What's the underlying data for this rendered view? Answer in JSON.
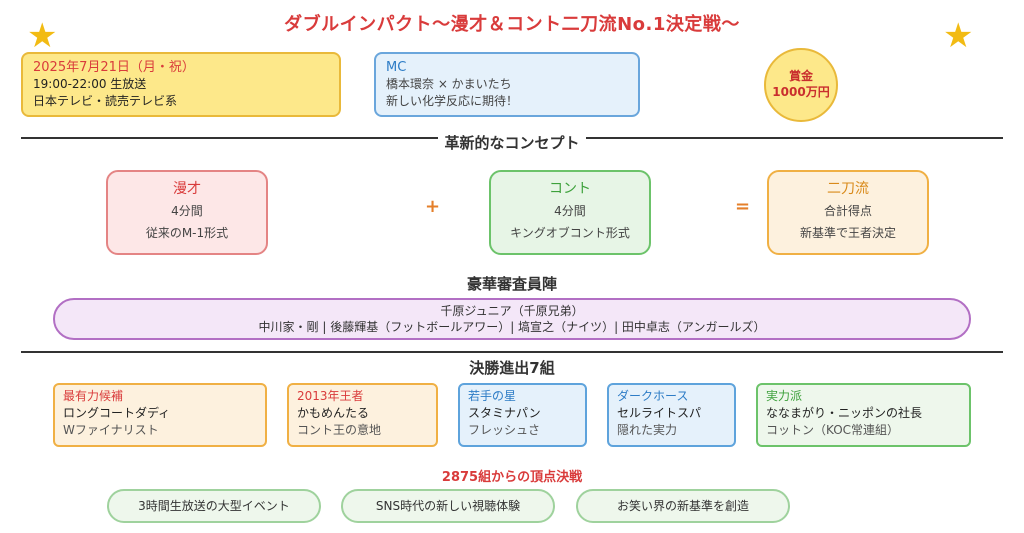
{
  "header": {
    "title": "ダブルインパクト〜漫才＆コント二刀流No.1決定戦〜"
  },
  "decor": {
    "star_icon": "★",
    "star_color": "#f2bb13"
  },
  "broadcast": {
    "date": "2025年7月21日（月・祝）",
    "time": "19:00-22:00 生放送",
    "network": "日本テレビ・読売テレビ系"
  },
  "mc": {
    "label": "MC",
    "names": "橋本環奈 × かまいたち",
    "tagline": "新しい化学反応に期待！"
  },
  "prize": {
    "label": "賞金",
    "amount": "1000万円"
  },
  "concept": {
    "title": "革新的なコンセプト",
    "manzai": {
      "name": "漫才",
      "time": "4分間",
      "note": "従来のM-1形式"
    },
    "plus": "+",
    "konto": {
      "name": "コント",
      "time": "4分間",
      "note": "キングオブコント形式"
    },
    "equals": "=",
    "nitouryu": {
      "name": "二刀流",
      "score": "合計得点",
      "note": "新基準で王者決定"
    }
  },
  "judges": {
    "title": "豪華審査員陣",
    "line1": "千原ジュニア（千原兄弟）",
    "line2": "中川家・剛 | 後藤輝基（フットボールアワー）| 塙宣之（ナイツ）| 田中卓志（アンガールズ）"
  },
  "finalists": {
    "title": "決勝進出7組",
    "items": [
      {
        "label": "最有力候補",
        "name": "ロングコートダディ",
        "note": "Wファイナリスト"
      },
      {
        "label": "2013年王者",
        "name": "かもめんたる",
        "note": "コント王の意地"
      },
      {
        "label": "若手の星",
        "name": "スタミナパン",
        "note": "フレッシュさ"
      },
      {
        "label": "ダークホース",
        "name": "セルライトスパ",
        "note": "隠れた実力"
      },
      {
        "label": "実力派",
        "name": "ななまがり・ニッポンの社長",
        "note": "コットン（KOC常連組）"
      }
    ]
  },
  "footer": {
    "subtitle": "2875組からの頂点決戦",
    "tags": [
      "3時間生放送の大型イベント",
      "SNS時代の新しい視聴体験",
      "お笑い界の新基準を創造"
    ]
  },
  "colors": {
    "accent_red": "#d93b3b",
    "yellow": "#fde88a",
    "blue": "#e5f1fb",
    "green": "#e7f5e6",
    "orange": "#fdf1de",
    "purple": "#f4e7f8"
  }
}
